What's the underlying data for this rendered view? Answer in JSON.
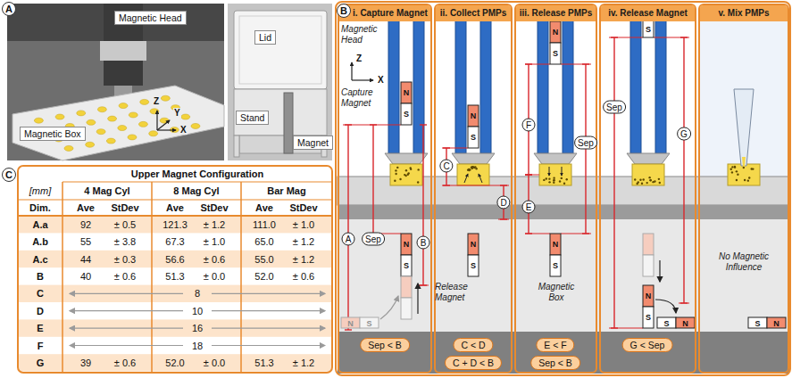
{
  "diagram": {
    "nodes": [
      {
        "text": [
          "A"
        ]
      },
      {
        "text": [
          "B"
        ]
      },
      {
        "text": [
          "i. Capture Magnet"
        ]
      },
      {
        "text": [
          "A"
        ],
        "in": 2
      },
      {
        "text": [
          "Sep"
        ],
        "in": 2
      },
      {
        "text": [
          "B"
        ],
        "in": 2
      },
      {
        "text": [
          "Sep < B"
        ],
        "in": 2
      },
      {
        "text": [
          "ii. Collect PMPs"
        ]
      },
      {
        "text": [
          "C"
        ],
        "in": 7
      },
      {
        "text": [
          "D"
        ],
        "in": 7
      },
      {
        "text": [
          "C < D"
        ],
        "in": 7
      },
      {
        "text": [
          "C + D < B"
        ],
        "in": 7
      },
      {
        "text": [
          "iii. Release PMPs"
        ]
      },
      {
        "text": [
          "F"
        ],
        "in": 12
      },
      {
        "text": [
          "E"
        ],
        "in": 12
      },
      {
        "text": [
          "Sep"
        ],
        "in": 12
      },
      {
        "text": [
          "E < F"
        ],
        "in": 12
      },
      {
        "text": [
          "Sep < B"
        ],
        "in": 12
      },
      {
        "text": [
          "iv. Release Magnet"
        ]
      },
      {
        "text": [
          "Sep"
        ],
        "in": 18
      },
      {
        "text": [
          "G"
        ],
        "in": 18
      },
      {
        "text": [
          "G < Sep"
        ],
        "in": 18
      },
      {
        "text": [
          "v. Mix PMPs"
        ]
      },
      {
        "text": [
          "C"
        ]
      }
    ],
    "labels": [
      "Magnetic Head",
      "Z",
      "Y",
      "X",
      "Magnetic Box",
      "Lid",
      "Stand",
      "Magnet",
      "Magnetic Head",
      "Z",
      "X",
      "Capture Magnet",
      "N",
      "S",
      "N",
      "S",
      "N",
      "S",
      "N",
      "S",
      "N",
      "S",
      "Release Magnet",
      "N",
      "S",
      "N",
      "S",
      "Magnetic Box",
      "S",
      "N",
      "S",
      "S",
      "N",
      "No Magnetic Influence",
      "S",
      "N",
      "Upper Magnet Configuration",
      "[mm]",
      "4 Mag Cyl",
      "8 Mag Cyl",
      "Bar Mag",
      "Dim.",
      "Ave",
      "StDev",
      "Ave",
      "StDev",
      "Ave",
      "StDev",
      "A.a",
      "92",
      "± 0.5",
      "121.3",
      "± 1.2",
      "111.0",
      "± 1.0",
      "A.b",
      "55",
      "± 3.8",
      "67.3",
      "± 1.0",
      "65.0",
      "± 1.2",
      "A.c",
      "44",
      "± 0.3",
      "56.6",
      "± 0.6",
      "55.0",
      "± 1.2",
      "B",
      "40",
      "± 0.6",
      "51.3",
      "± 0.0",
      "52.0",
      "± 0.6",
      "C",
      "8",
      "D",
      "10",
      "E",
      "16",
      "F",
      "18",
      "G",
      "39",
      "± 0.6",
      "52.0",
      "± 0.0",
      "51.3",
      "± 1.2"
    ]
  }
}
